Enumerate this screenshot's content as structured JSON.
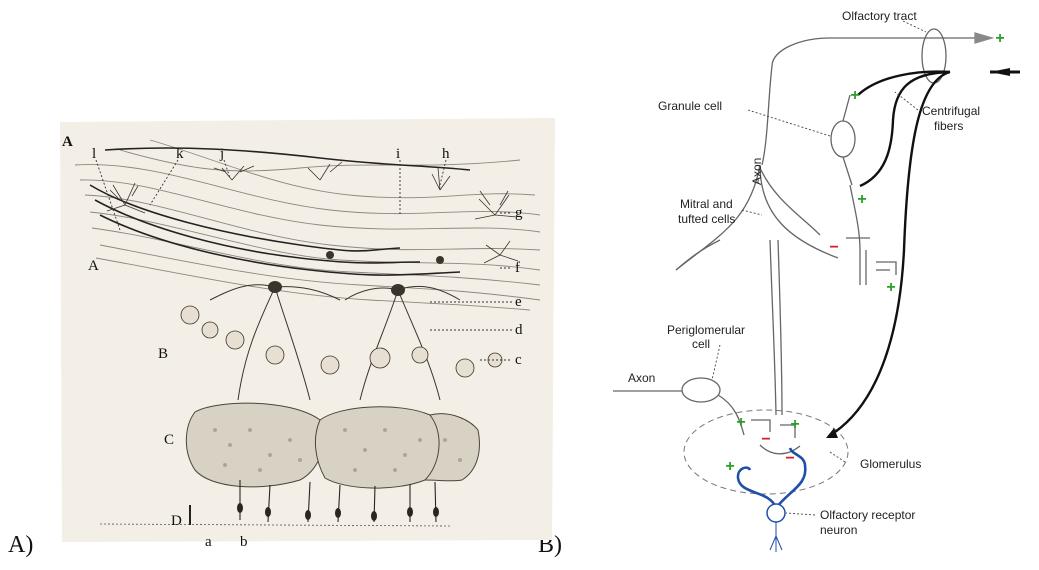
{
  "panels": {
    "a_label": "A)",
    "b_label": "B)"
  },
  "panel_a": {
    "figure_tag": "A",
    "layer_labels": {
      "A": "A",
      "B": "B",
      "C": "C",
      "D": "D"
    },
    "letters": [
      "l",
      "k",
      "j",
      "i",
      "h",
      "g",
      "f",
      "e",
      "d",
      "c",
      "a",
      "b"
    ]
  },
  "panel_b": {
    "labels": {
      "olfactory_tract": "Olfactory tract",
      "granule_cell": "Granule cell",
      "centrifugal_1": "Centrifugal",
      "centrifugal_2": "fibers",
      "axon_vertical": "Axon",
      "mitral_1": "Mitral and",
      "mitral_2": "tufted cells",
      "periglomerular_1": "Periglomerular",
      "periglomerular_2": "cell",
      "axon_left": "Axon",
      "glomerulus": "Glomerulus",
      "receptor_1": "Olfactory receptor",
      "receptor_2": "neuron"
    },
    "signs": {
      "plus": "+",
      "minus": "−"
    },
    "colors": {
      "plus": "#2aa02a",
      "minus": "#d42020",
      "receptor": "#1f4fa8",
      "outline": "#666666"
    }
  }
}
